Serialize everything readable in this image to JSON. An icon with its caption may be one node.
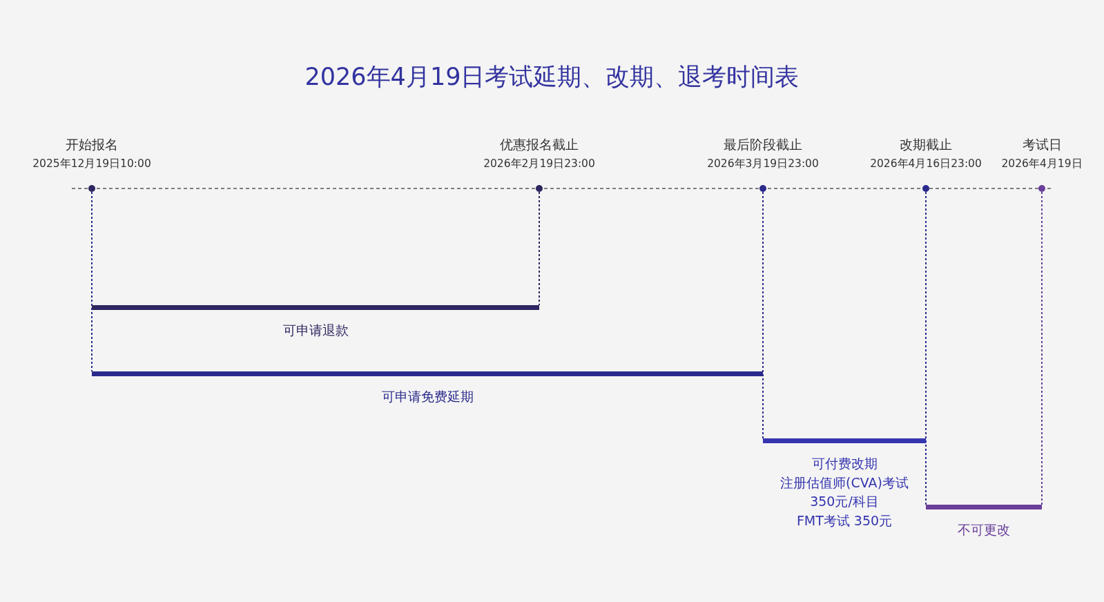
{
  "diagram": {
    "title": "2026年4月19日考试延期、改期、退考时间表",
    "nodes": [
      {
        "text": [
          "开始报名",
          "2025年12月19日10:00"
        ]
      },
      {
        "text": [
          "优惠报名截止",
          "2026年2月19日23:00"
        ]
      },
      {
        "text": [
          "最后阶段截止",
          "2026年3月19日23:00"
        ]
      },
      {
        "text": [
          "改期截止",
          "2026年4月16日23:00"
        ]
      },
      {
        "text": [
          "考试日",
          "2026年4月19日"
        ]
      },
      {
        "text": [
          "可申请退款"
        ]
      },
      {
        "text": [
          "可申请免费延期"
        ]
      },
      {
        "text": [
          "可付费改期",
          "注册估值师(CVA)考试",
          "350元/科目",
          "FMT考试 350元"
        ]
      },
      {
        "text": [
          "不可更改"
        ]
      }
    ],
    "edges": [
      {
        "from": 0,
        "to": 5,
        "arrow": "none"
      },
      {
        "from": 0,
        "to": 6,
        "arrow": "none"
      },
      {
        "from": 1,
        "to": 5,
        "arrow": "none",
        "color": "#2e2660"
      },
      {
        "from": 2,
        "to": 6,
        "arrow": "none"
      },
      {
        "from": 2,
        "to": 7,
        "arrow": "none"
      },
      {
        "from": 3,
        "to": 7,
        "arrow": "none"
      },
      {
        "from": 3,
        "to": 8,
        "arrow": "none"
      },
      {
        "from": 4,
        "to": 8,
        "arrow": "none",
        "color": "#6a3f9a"
      }
    ]
  }
}
